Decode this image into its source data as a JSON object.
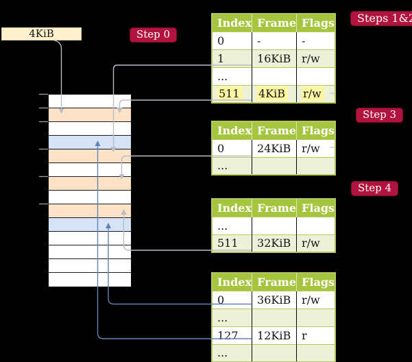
{
  "source_box": {
    "label": "4KiB"
  },
  "step_labels": {
    "step0": "Step 0",
    "steps12": "Steps 1&2",
    "step3": "Step 3",
    "step4": "Step 4"
  },
  "page_tables": [
    {
      "name": "page-table-steps-1-2",
      "headers": [
        "Index",
        "Frame",
        "Flags"
      ],
      "rows": [
        {
          "cells": [
            "0",
            "-",
            "-"
          ],
          "shaded": false,
          "highlighted": false
        },
        {
          "cells": [
            "1",
            "16KiB",
            "r/w"
          ],
          "shaded": true,
          "highlighted": false
        },
        {
          "cells": [
            "...",
            "",
            ""
          ],
          "shaded": false,
          "highlighted": false
        },
        {
          "cells": [
            "511",
            "4KiB",
            "r/w"
          ],
          "shaded": true,
          "highlighted": true
        }
      ]
    },
    {
      "name": "page-table-step-3",
      "headers": [
        "Index",
        "Frame",
        "Flags"
      ],
      "rows": [
        {
          "cells": [
            "0",
            "24KiB",
            "r/w"
          ],
          "shaded": false,
          "highlighted": false
        },
        {
          "cells": [
            "...",
            "",
            ""
          ],
          "shaded": true,
          "highlighted": false
        }
      ]
    },
    {
      "name": "page-table-step-4",
      "headers": [
        "Index",
        "Frame",
        "Flags"
      ],
      "rows": [
        {
          "cells": [
            "...",
            "",
            ""
          ],
          "shaded": false,
          "highlighted": false
        },
        {
          "cells": [
            "511",
            "32KiB",
            "r/w"
          ],
          "shaded": true,
          "highlighted": false
        }
      ]
    },
    {
      "name": "page-table-final",
      "headers": [
        "Index",
        "Frame",
        "Flags"
      ],
      "rows": [
        {
          "cells": [
            "0",
            "36KiB",
            "r/w"
          ],
          "shaded": false,
          "highlighted": false
        },
        {
          "cells": [
            "...",
            "",
            ""
          ],
          "shaded": true,
          "highlighted": false
        },
        {
          "cells": [
            "127",
            "12KiB",
            "r"
          ],
          "shaded": false,
          "highlighted": false
        },
        {
          "cells": [
            "...",
            "",
            ""
          ],
          "shaded": true,
          "highlighted": false
        }
      ]
    }
  ],
  "memory_column": {
    "rows": [
      "white",
      "orange",
      "white",
      "blue",
      "orange",
      "white",
      "orange",
      "white",
      "orange",
      "blue",
      "white",
      "white",
      "white",
      "white"
    ]
  },
  "colors": {
    "header_green": "#a6c53f",
    "row_shade_green": "#ecf1d8",
    "table_border_olive": "#b5c75f",
    "highlight_yellow": "#fdf6a2",
    "label_crimson": "#b2133e",
    "box_cream": "#fdf1cd",
    "memory_orange": "#fce3c7",
    "memory_blue": "#d5e3f5",
    "arrow_gray": "#b9bdc5",
    "arrow_blue": "#6282ba"
  }
}
